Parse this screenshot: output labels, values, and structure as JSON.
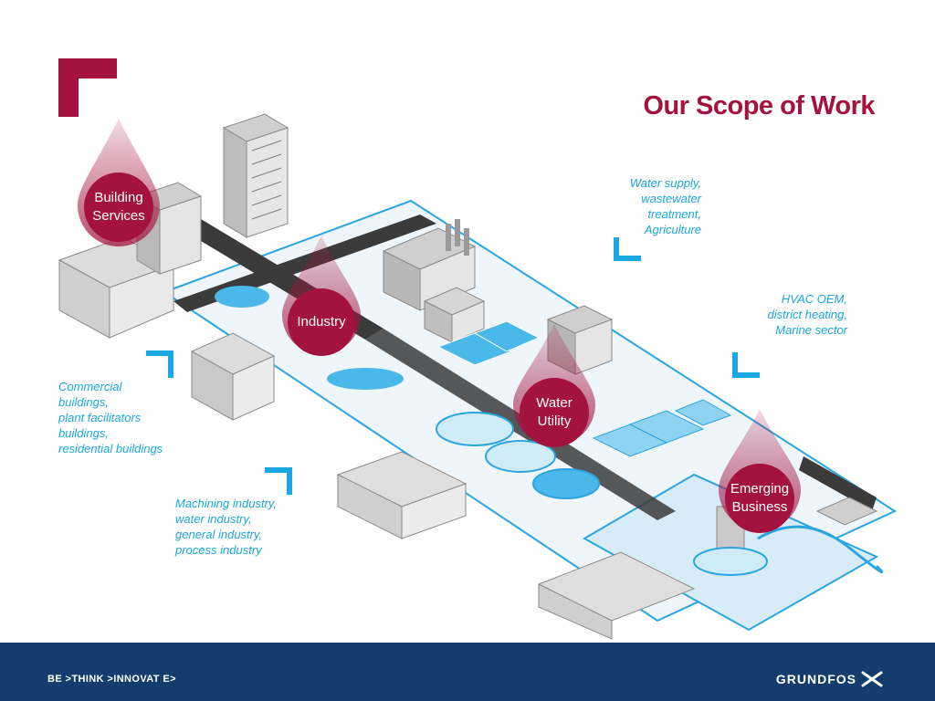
{
  "slide": {
    "title": "Our Scope of Work",
    "accent_color": "#a4123f",
    "caption_color": "#1aa6e0"
  },
  "segments": [
    {
      "name": "Building Services",
      "label_lines": [
        "Building",
        "Services"
      ]
    },
    {
      "name": "Industry",
      "label_lines": [
        "Industry"
      ]
    },
    {
      "name": "Water Utility",
      "label_lines": [
        "Water",
        "Utility"
      ]
    },
    {
      "name": "Emerging Business",
      "label_lines": [
        "Emerging",
        "Business"
      ]
    }
  ],
  "captions": {
    "water_utility": [
      "Water supply,",
      "wastewater",
      "treatment,",
      "Agriculture"
    ],
    "emerging_business": [
      "HVAC OEM,",
      "district heating,",
      "Marine sector"
    ],
    "building_services": [
      "Commercial",
      "buildings,",
      "plant facilitators",
      "buildings,",
      "residential buildings"
    ],
    "industry": [
      "Machining industry,",
      "water industry,",
      "general industry,",
      "process industry"
    ]
  },
  "footer": {
    "tagline": "BE >THINK >INNOVAT E>",
    "logo": "GRUNDFOS",
    "background": "#143d6e"
  },
  "icons": [
    "corner-bracket-icon",
    "teardrop-marker-icon",
    "grundfos-logo-icon"
  ]
}
